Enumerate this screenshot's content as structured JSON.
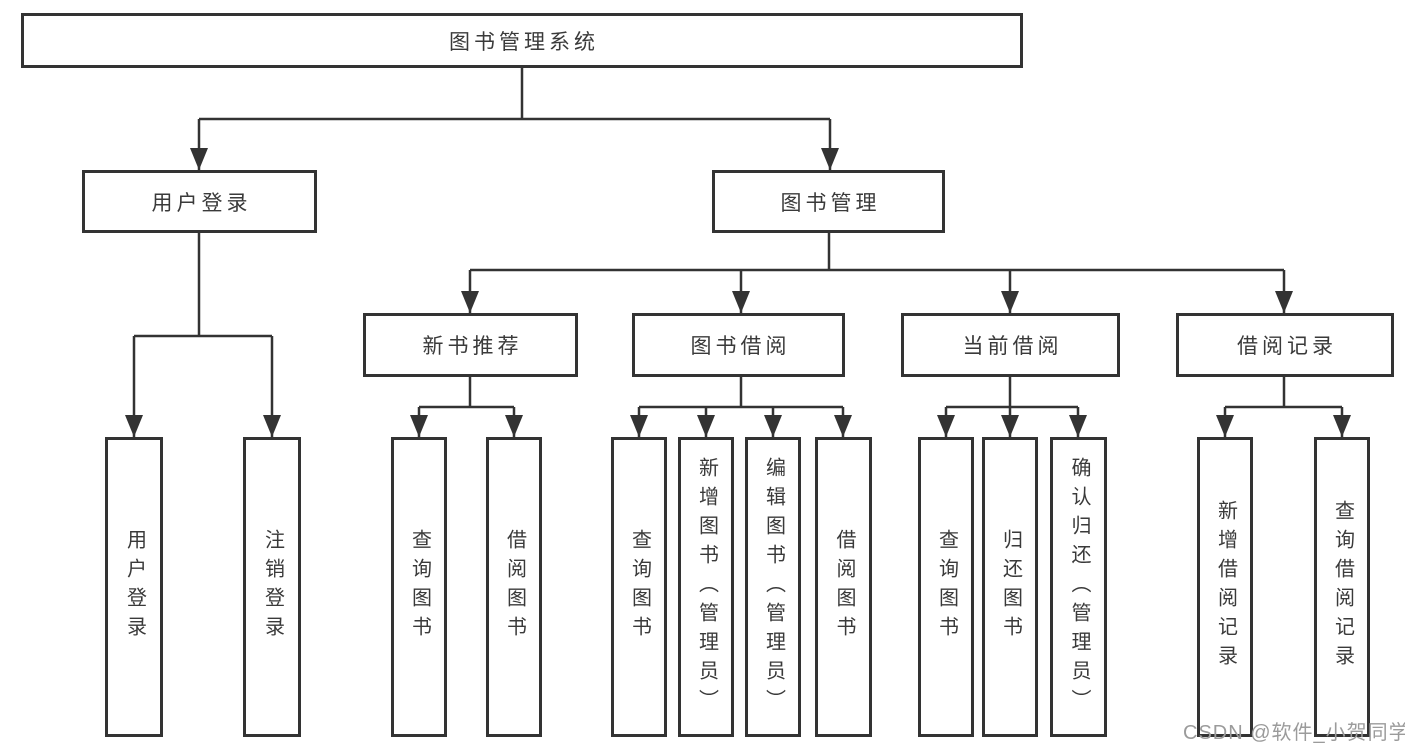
{
  "tree": {
    "root": {
      "label": "图书管理系统",
      "children": [
        {
          "label": "用户登录",
          "children": [
            {
              "label": "用户登录"
            },
            {
              "label": "注销登录"
            }
          ]
        },
        {
          "label": "图书管理",
          "children": [
            {
              "label": "新书推荐",
              "children": [
                {
                  "label": "查询图书"
                },
                {
                  "label": "借阅图书"
                }
              ]
            },
            {
              "label": "图书借阅",
              "children": [
                {
                  "label": "查询图书"
                },
                {
                  "label": "新增图书（管理员）"
                },
                {
                  "label": "编辑图书（管理员）"
                },
                {
                  "label": "借阅图书"
                }
              ]
            },
            {
              "label": "当前借阅",
              "children": [
                {
                  "label": "查询图书"
                },
                {
                  "label": "归还图书"
                },
                {
                  "label": "确认归还（管理员）"
                }
              ]
            },
            {
              "label": "借阅记录",
              "children": [
                {
                  "label": "新增借阅记录"
                },
                {
                  "label": "查询借阅记录"
                }
              ]
            }
          ]
        }
      ]
    }
  },
  "watermark": {
    "text": "CSDN @软件_小贺同学"
  },
  "colors": {
    "line": "#333333",
    "text": "#3a3a3a",
    "watermark": "#9b9b9b",
    "background": "#ffffff"
  }
}
